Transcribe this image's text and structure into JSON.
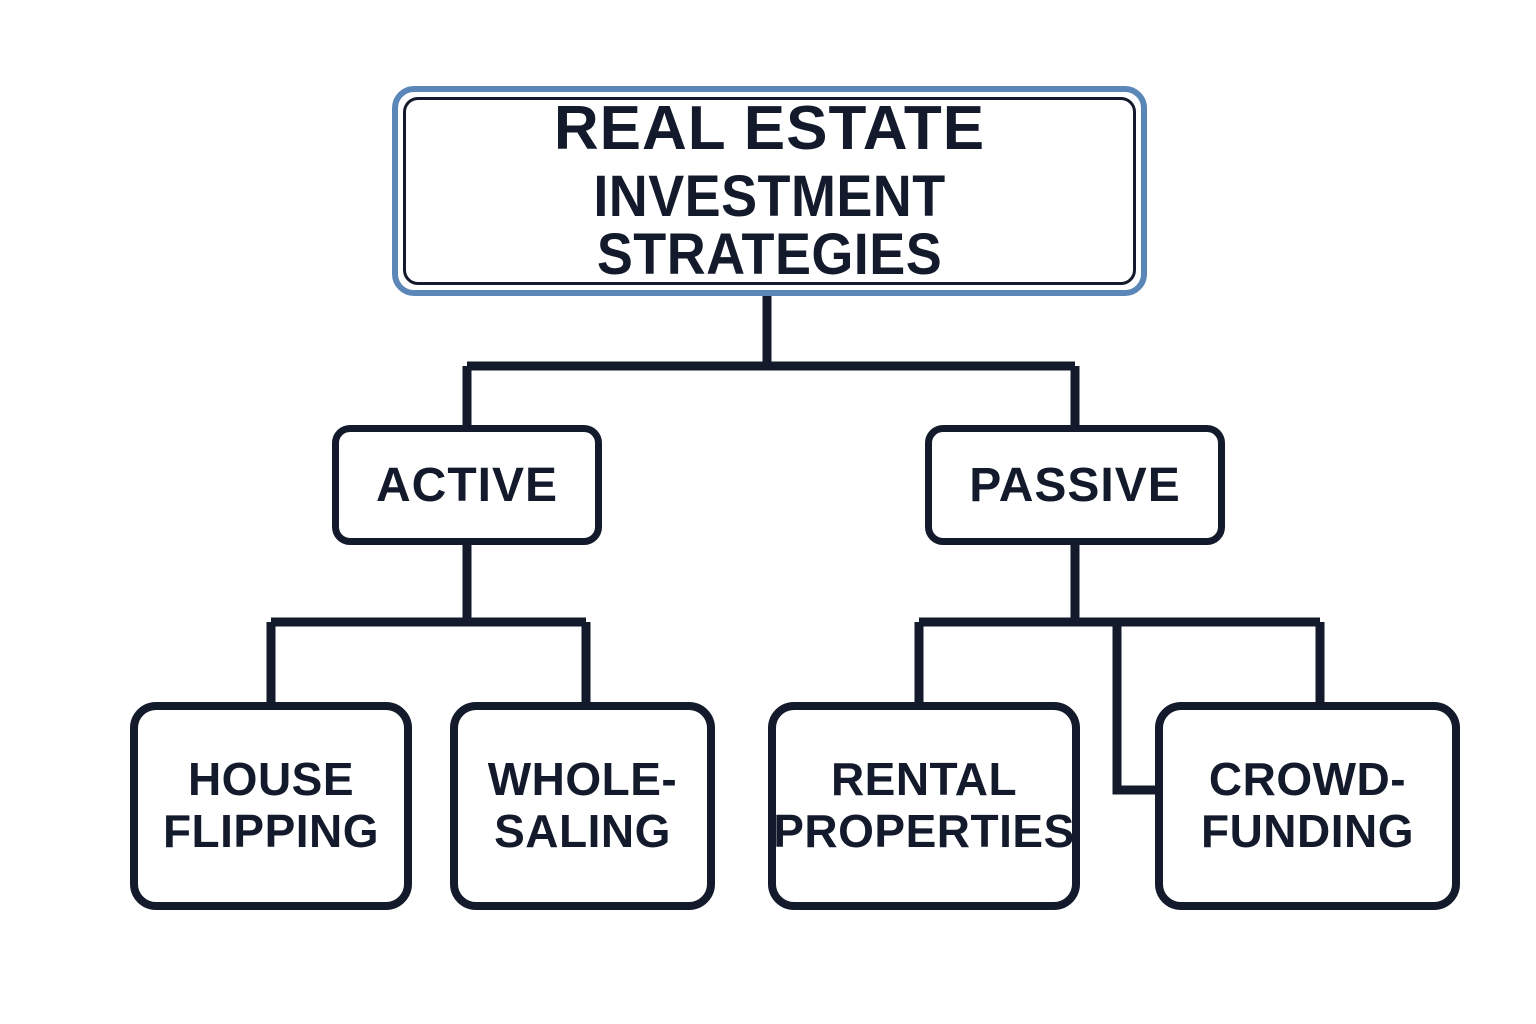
{
  "diagram": {
    "type": "hierarchy-tree",
    "title": "Real Estate Investment Strategies",
    "background_color": "#ffffff",
    "colors": {
      "ink": "#131a2b",
      "root_accent": "#5b86b8",
      "node_fill": "#ffffff"
    },
    "root": {
      "line1": "REAL ESTATE",
      "line2": "INVESTMENT STRATEGIES"
    },
    "branches": [
      {
        "label": "ACTIVE",
        "children": [
          {
            "line1": "HOUSE",
            "line2": "FLIPPING"
          },
          {
            "line1": "WHOLE-",
            "line2": "SALING"
          }
        ]
      },
      {
        "label": "PASSIVE",
        "children": [
          {
            "line1": "RENTAL",
            "line2": "PROPERTIES"
          },
          {
            "line1": "CROWD-",
            "line2": "FUNDING"
          }
        ]
      }
    ]
  }
}
